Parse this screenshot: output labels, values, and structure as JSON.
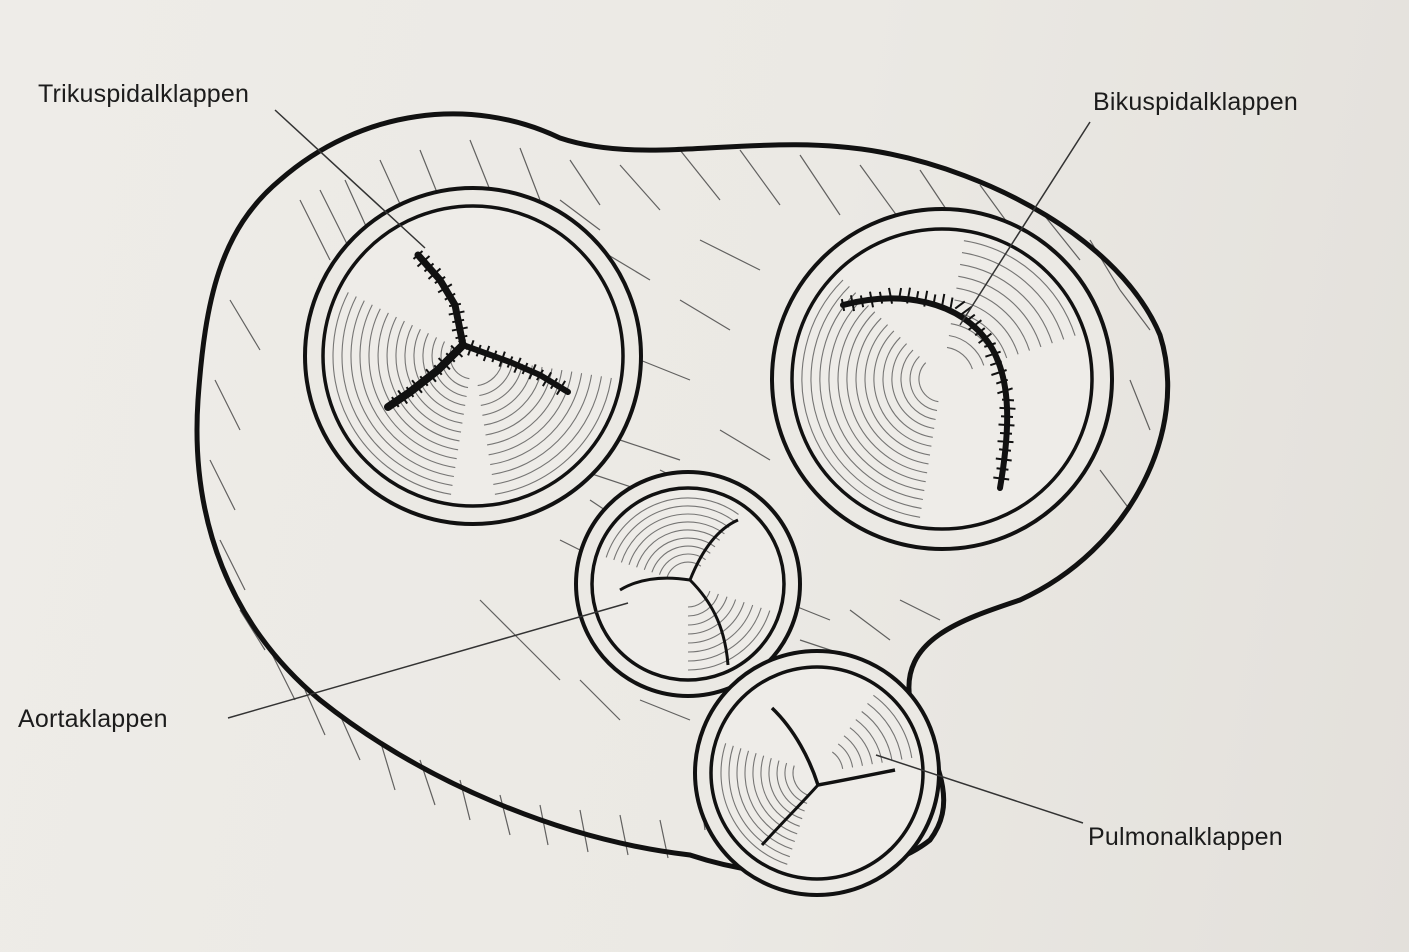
{
  "labels": {
    "tricuspid": "Trikuspidalklappen",
    "bicuspid": "Bikuspidalklappen",
    "aortic": "Aortaklappen",
    "pulmonary": "Pulmonalklappen"
  },
  "colors": {
    "ink": "#111111",
    "paper": "#ebe9e4"
  }
}
